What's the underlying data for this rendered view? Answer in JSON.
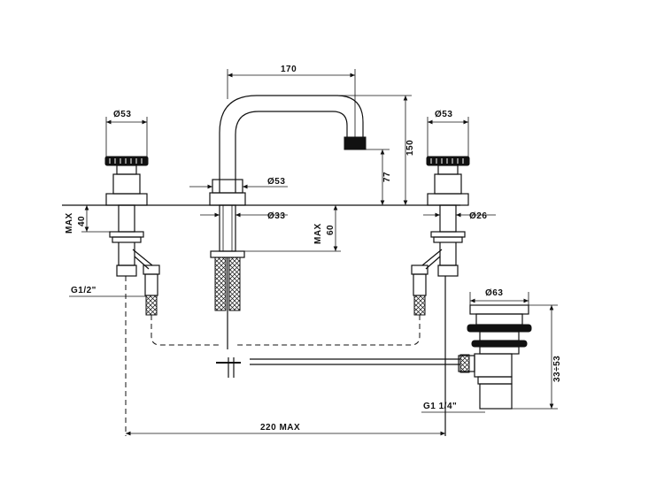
{
  "dimensions": {
    "spout_reach": "170",
    "spout_height": "150",
    "spout_outlet_height": "77",
    "left_handle_diameter": "Ø53",
    "right_handle_diameter": "Ø53",
    "spout_base_diameter": "Ø53",
    "spout_shank_diameter": "Ø33",
    "valve_shank_diameter": "Ø26",
    "deck_thickness_valve": "40",
    "deck_thickness_valve_max": "MAX",
    "deck_thickness_spout": "60",
    "deck_thickness_spout_max": "MAX",
    "inlet_thread": "G1/2\"",
    "drain_head_diameter": "Ø63",
    "drain_thread": "G1 1/4\"",
    "drain_range": "33÷53",
    "total_spread": "220 MAX"
  }
}
